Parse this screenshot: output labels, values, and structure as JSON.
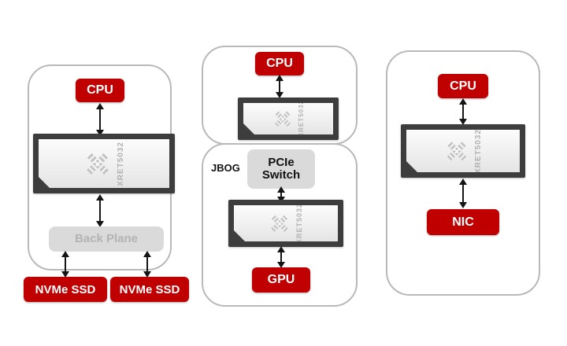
{
  "chip": {
    "model": "XRET5032"
  },
  "colors": {
    "accent_red": "#C00000",
    "chip_frame": "#3d3d3d",
    "gray_box": "#dadada",
    "panel_border": "#b9b9b9"
  },
  "left_panel": {
    "cpu_label": "CPU",
    "backplane_label": "Back Plane",
    "nvme_labels": [
      "NVMe SSD",
      "NVMe SSD"
    ]
  },
  "middle_panel": {
    "cpu_label": "CPU",
    "jbog_label": "JBOG",
    "pcie_switch_label": "PCIe Switch",
    "gpu_label": "GPU"
  },
  "right_panel": {
    "cpu_label": "CPU",
    "nic_label": "NIC"
  }
}
